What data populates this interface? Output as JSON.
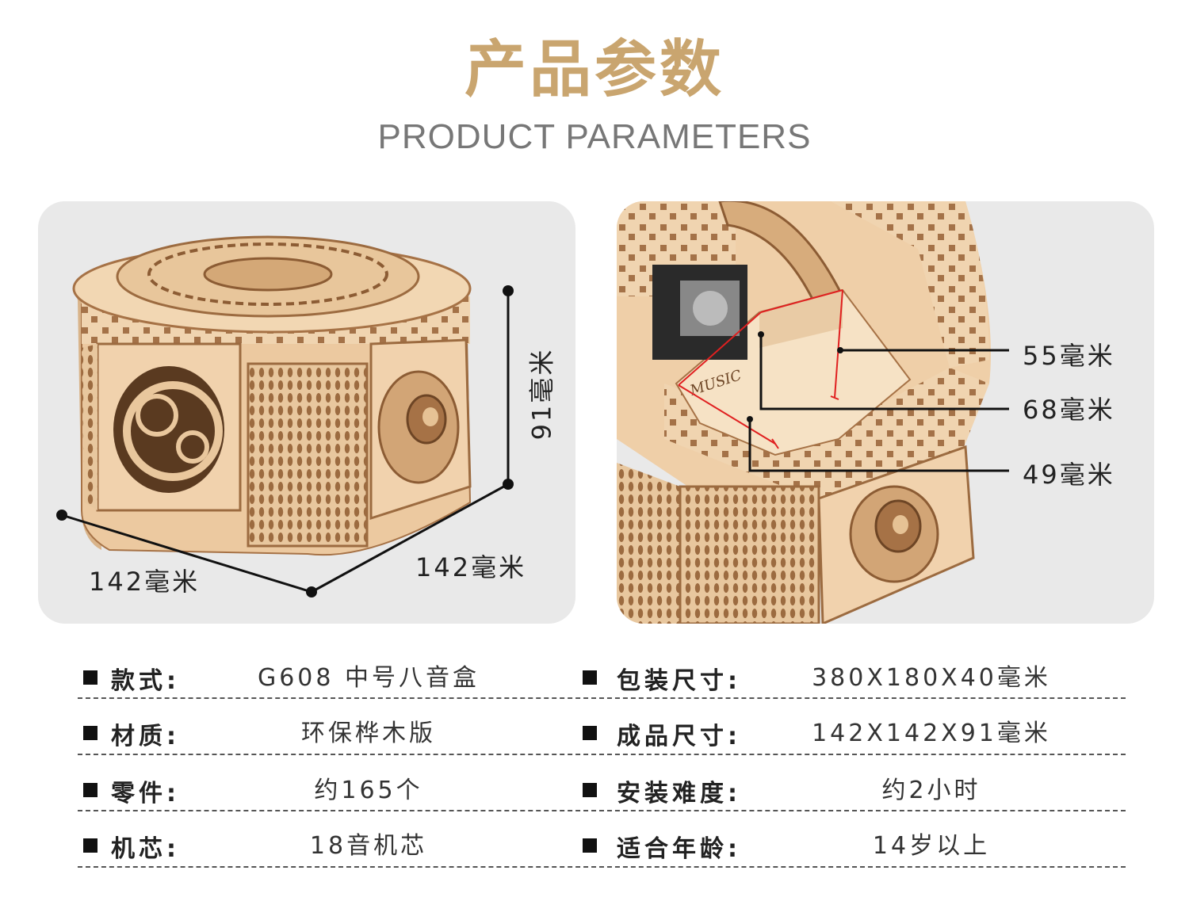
{
  "header": {
    "title_cn": "产品参数",
    "title_en": "PRODUCT PARAMETERS"
  },
  "left_image": {
    "dim_left": "142毫米",
    "dim_right": "142毫米",
    "dim_height": "91毫米"
  },
  "right_image": {
    "dim_a": "55毫米",
    "dim_b": "68毫米",
    "dim_c": "49毫米",
    "inner_logo": "MUSIC"
  },
  "specs": {
    "left": [
      {
        "label": "款式:",
        "value": "G608 中号八音盒"
      },
      {
        "label": "材质:",
        "value": "环保桦木版"
      },
      {
        "label": "零件:",
        "value": "约165个"
      },
      {
        "label": "机芯:",
        "value": "18音机芯"
      }
    ],
    "right": [
      {
        "label": "包装尺寸:",
        "value": "380X180X40毫米"
      },
      {
        "label": "成品尺寸:",
        "value": "142X142X91毫米"
      },
      {
        "label": "安装难度:",
        "value": "约2小时"
      },
      {
        "label": "适合年龄:",
        "value": "14岁以上"
      }
    ]
  },
  "colors": {
    "title_gold": "#c9a56f",
    "wood_light": "#f1d2ad",
    "wood_dark": "#b58457",
    "measure_red": "#e02020"
  }
}
